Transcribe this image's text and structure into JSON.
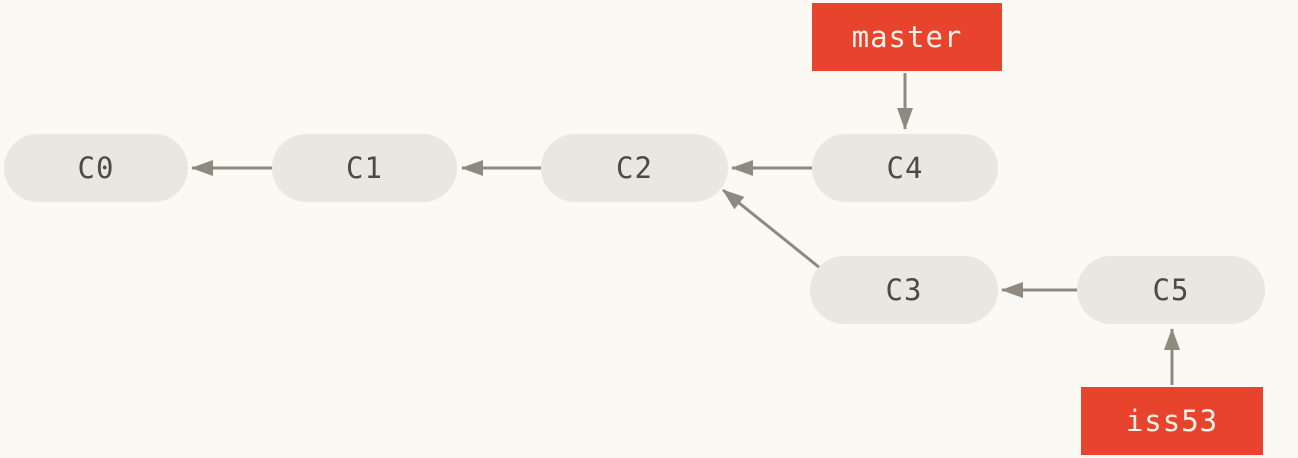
{
  "diagram": {
    "type": "git-commit-graph",
    "colors": {
      "background": "#faf9f4",
      "node_fill": "#e9e7df",
      "node_text": "#4e4a42",
      "branch_fill": "#e8432d",
      "branch_text": "#f5f1e8",
      "arrow": "#8e8a80"
    },
    "commits": [
      {
        "id": "c0",
        "label": "C0",
        "parent": null
      },
      {
        "id": "c1",
        "label": "C1",
        "parent": "C0"
      },
      {
        "id": "c2",
        "label": "C2",
        "parent": "C1"
      },
      {
        "id": "c3",
        "label": "C3",
        "parent": "C2"
      },
      {
        "id": "c4",
        "label": "C4",
        "parent": "C2"
      },
      {
        "id": "c5",
        "label": "C5",
        "parent": "C3"
      }
    ],
    "branches": [
      {
        "name": "master",
        "points_to": "C4"
      },
      {
        "name": "iss53",
        "points_to": "C5"
      }
    ],
    "edges": [
      {
        "from": "C1",
        "to": "C0"
      },
      {
        "from": "C2",
        "to": "C1"
      },
      {
        "from": "C4",
        "to": "C2"
      },
      {
        "from": "C3",
        "to": "C2"
      },
      {
        "from": "C5",
        "to": "C3"
      },
      {
        "from": "master",
        "to": "C4"
      },
      {
        "from": "iss53",
        "to": "C5"
      }
    ]
  }
}
